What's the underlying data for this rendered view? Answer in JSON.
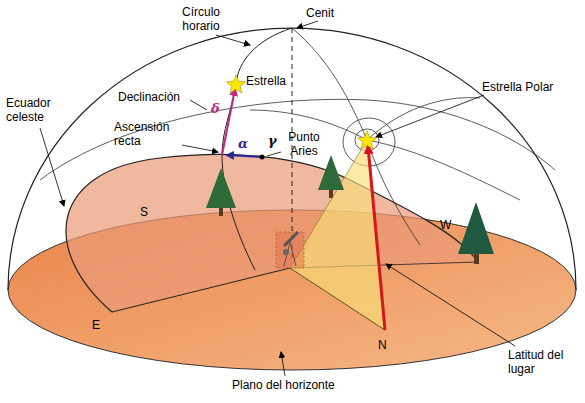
{
  "diagram": {
    "labels": [
      "Círculo horario",
      "Cenit",
      "Estrella",
      "Estrella Polar",
      "Ecuador celeste",
      "Declinación",
      "δ",
      "Punto Aries",
      "γ",
      "α",
      "Ascensión recta",
      "S",
      "W",
      "E",
      "N",
      "Latitud del lugar",
      "Plano del horizonte"
    ]
  }
}
